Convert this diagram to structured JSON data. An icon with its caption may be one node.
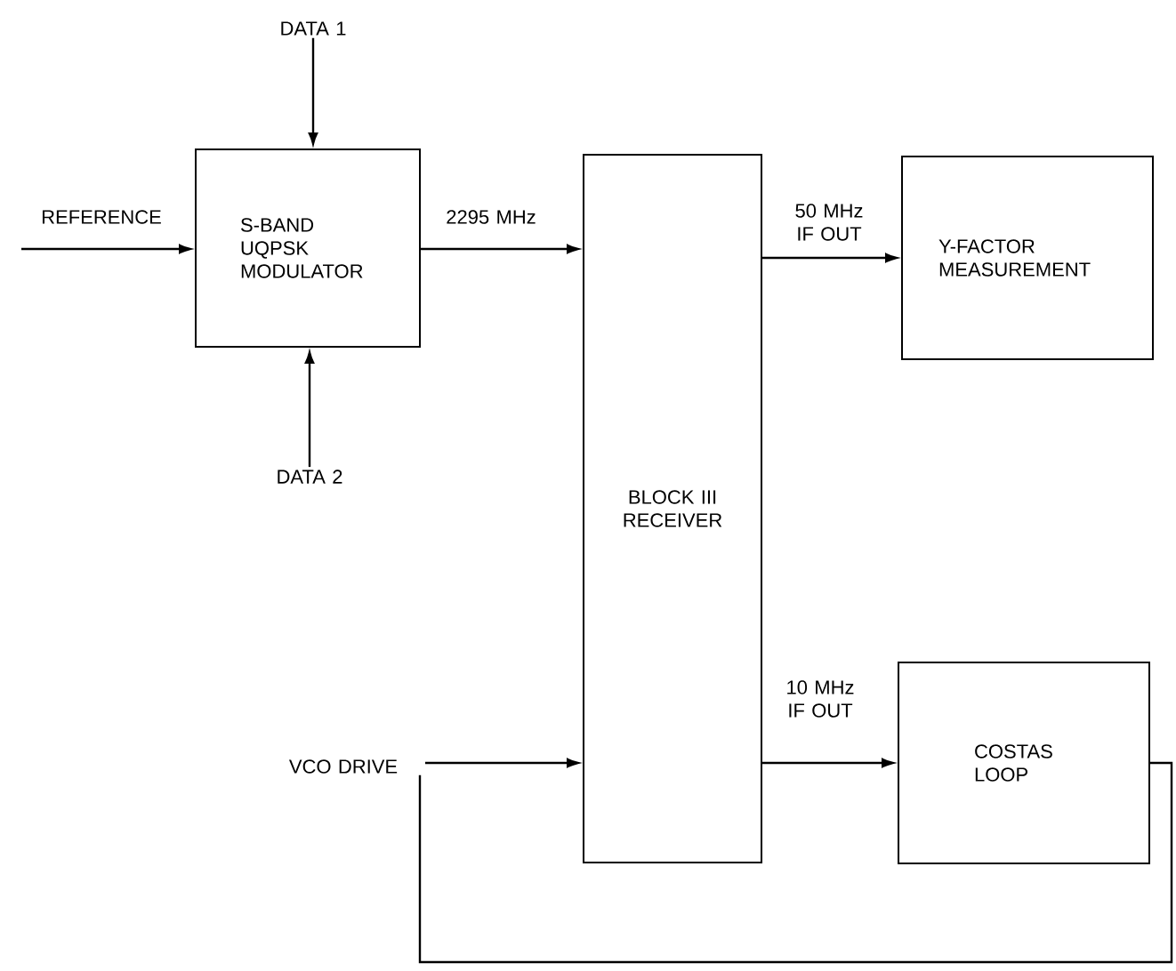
{
  "diagram": {
    "nodes": [
      {
        "text": [
          "DATA 1"
        ]
      },
      {
        "text": [
          "DATA 2"
        ]
      },
      {
        "text": [
          "S-BAND UQPSK MODULATOR"
        ]
      },
      {
        "text": [
          "BLOCK III RECEIVER"
        ]
      },
      {
        "text": [
          "Y-FACTOR MEASUREMENT"
        ]
      },
      {
        "text": [
          "COSTAS LOOP"
        ]
      }
    ],
    "edges": [
      {
        "from": 0,
        "to": 2,
        "arrow": "to"
      },
      {
        "from": 1,
        "to": 2,
        "arrow": "to"
      },
      {
        "from": null,
        "to": 2,
        "arrow": "to",
        "label": "REFERENCE"
      },
      {
        "from": 2,
        "to": 3,
        "arrow": "to",
        "label": "2295 MHz"
      },
      {
        "from": 3,
        "to": 4,
        "arrow": "to",
        "label": "50 MHz IF OUT"
      },
      {
        "from": 3,
        "to": 5,
        "arrow": "to",
        "label": "10 MHz IF OUT"
      },
      {
        "from": 5,
        "to": 3,
        "arrow": "to",
        "label": "VCO DRIVE"
      }
    ]
  }
}
